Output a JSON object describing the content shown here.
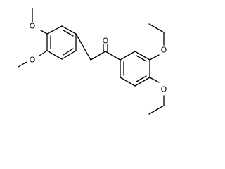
{
  "molecule": {
    "atoms": {
      "ketone_oxygen": "O",
      "methoxy_oxygen_para": "O",
      "methoxy_oxygen_meta": "O",
      "ethoxy_oxygen_meta": "O",
      "ethoxy_oxygen_para": "O"
    },
    "colors": {
      "bond": "#000000",
      "label": "#000000",
      "background": "#ffffff"
    }
  }
}
